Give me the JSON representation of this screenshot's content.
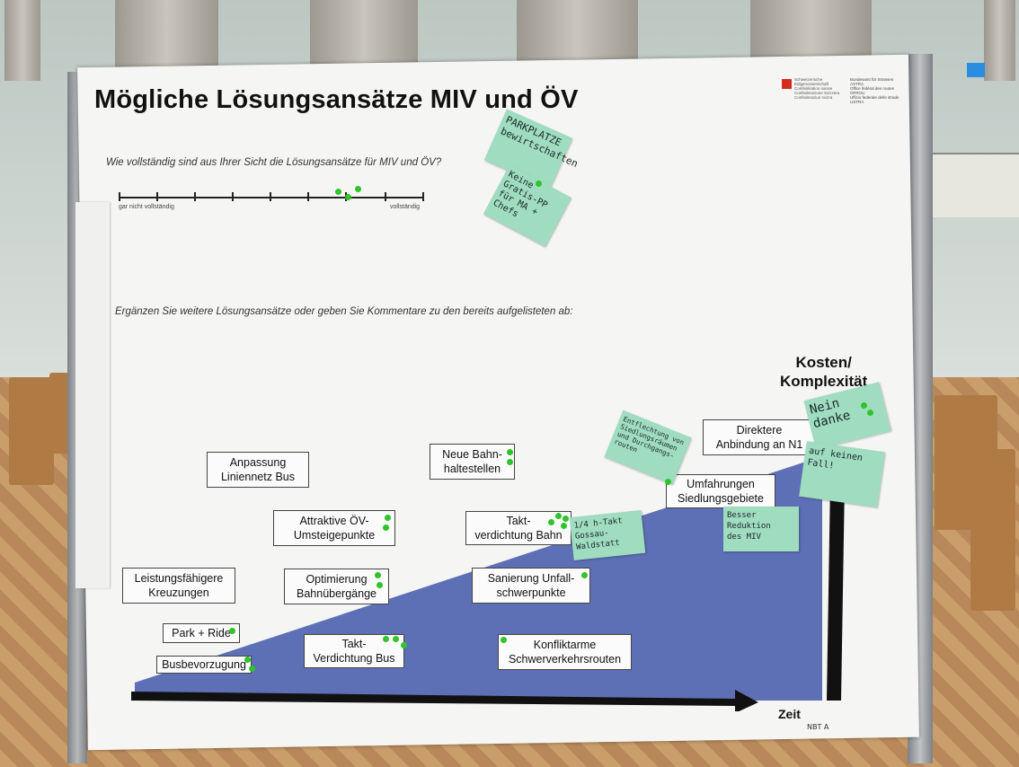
{
  "poster": {
    "title": "Mögliche Lösungsansätze MIV und ÖV",
    "question": "Wie vollständig sind aus Ihrer Sicht die Lösungsansätze für MIV und ÖV?",
    "scale_left": "gar nicht vollständig",
    "scale_right": "vollständig",
    "comment_prompt": "Ergänzen Sie weitere Lösungsansätze oder geben Sie Kommentare zu den bereits aufgelisteten ab:",
    "y_axis_label_1": "Kosten/",
    "y_axis_label_2": "Komplexität",
    "x_axis_label": "Zeit",
    "scribble": "NBT A"
  },
  "boxes": {
    "anpassung_1": "Anpassung",
    "anpassung_2": "Liniennetz Bus",
    "neue_bahn_1": "Neue Bahn-",
    "neue_bahn_2": "haltestellen",
    "direktere_1": "Direktere",
    "direktere_2": "Anbindung an N1",
    "attraktive_1": "Attraktive ÖV-",
    "attraktive_2": "Umsteigepunkte",
    "takt_bahn_1": "Takt-",
    "takt_bahn_2": "verdichtung Bahn",
    "umfahrungen_1": "Umfahrungen",
    "umfahrungen_2": "Siedlungsgebiete",
    "leistung_1": "Leistungsfähigere",
    "leistung_2": "Kreuzungen",
    "optimierung_1": "Optimierung",
    "optimierung_2": "Bahnübergänge",
    "sanierung_1": "Sanierung Unfall-",
    "sanierung_2": "schwerpunkte",
    "park_ride": "Park + Ride",
    "takt_bus_1": "Takt-",
    "takt_bus_2": "Verdichtung Bus",
    "konflikt_1": "Konfliktarme",
    "konflikt_2": "Schwerverkehrsrouten",
    "busbevorzugung": "Busbevorzugung"
  },
  "notes": {
    "parkplatze_1": "PARKPLATZE",
    "parkplatze_2": "bewirtschaften",
    "keine_1": "Keine",
    "keine_2": "Gratis-PP",
    "keine_3": "für MA + Chefs",
    "entflechtung_1": "Entflechtung von",
    "entflechtung_2": "Siedlungsräumen",
    "entflechtung_3": "und Durchgangs-",
    "entflechtung_4": "routen",
    "nein_1": "Nein",
    "nein_2": "danke",
    "keinen_1": "auf keinen",
    "keinen_2": "Fall!",
    "viertel_1": "1/4 h-Takt",
    "viertel_2": "Gossau-Waldstatt",
    "besser_1": "Besser Reduktion",
    "besser_2": "des MIV"
  },
  "logo": {
    "line_1": "Schweizerische Eidgenossenschaft",
    "line_2": "Confédération suisse",
    "line_3": "Confederazione Svizzera",
    "line_4": "Confederaziun svizra",
    "line_5": "Bundesamt für Strassen ASTRA",
    "line_6": "Office fédéral des routes OFROU",
    "line_7": "Ufficio federale delle strade USTRA"
  },
  "colors": {
    "note": "#9fdcc0",
    "area": "#5d6fb5",
    "dot": "#2fc42a"
  }
}
